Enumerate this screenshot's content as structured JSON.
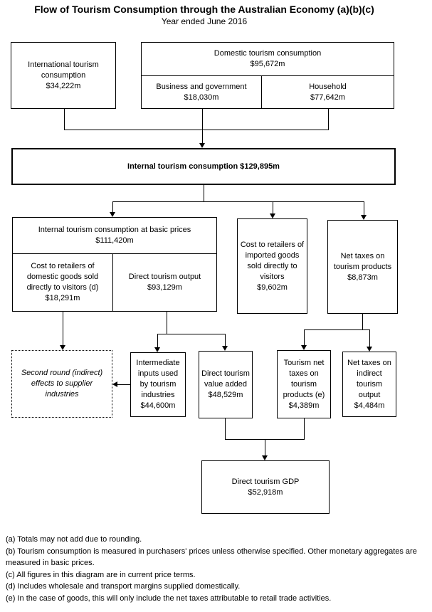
{
  "title": "Flow of Tourism Consumption through the Australian Economy (a)(b)(c)",
  "subtitle": "Year ended June 2016",
  "boxes": {
    "international": {
      "label": "International tourism",
      "label2": "consumption",
      "value": "$34,222m"
    },
    "domestic": {
      "label": "Domestic tourism consumption",
      "value": "$95,672m"
    },
    "business": {
      "label": "Business and government",
      "value": "$18,030m"
    },
    "household": {
      "label": "Household",
      "value": "$77,642m"
    },
    "internal": {
      "label": "Internal tourism consumption $129,895m"
    },
    "basic_prices": {
      "label": "Internal tourism consumption at basic prices",
      "value": "$111,420m"
    },
    "domestic_retailers": {
      "label": "Cost to retailers of domestic goods sold directly to visitors (d)",
      "value": "$18,291m"
    },
    "direct_output": {
      "label": "Direct tourism output",
      "value": "$93,129m"
    },
    "imported_retailers": {
      "label": "Cost to retailers of imported goods sold directly to visitors",
      "value": "$9,602m"
    },
    "net_taxes_products": {
      "label": "Net taxes on tourism products",
      "value": "$8,873m"
    },
    "second_round": {
      "label": "Second round (indirect) effects to supplier industries"
    },
    "intermediate_inputs": {
      "label": "Intermediate inputs used by tourism industries",
      "value": "$44,600m"
    },
    "direct_value_added": {
      "label": "Direct tourism value added",
      "value": "$48,529m"
    },
    "tourism_net_taxes": {
      "label": "Tourism net taxes on tourism products (e)",
      "value": "$4,389m"
    },
    "net_taxes_indirect": {
      "label": "Net taxes on indirect tourism output",
      "value": "$4,484m"
    },
    "direct_gdp": {
      "label": "Direct tourism GDP",
      "value": "$52,918m"
    }
  },
  "footnotes": [
    "(a) Totals may not add due to rounding.",
    "(b) Tourism consumption is measured in purchasers' prices unless otherwise specified. Other monetary aggregates are measured in basic prices.",
    "(c) All figures in this diagram are in current price terms.",
    "(d) Includes wholesale and transport margins supplied domestically.",
    "(e) In the case of goods, this will only include the net taxes attributable to retail trade activities."
  ],
  "colors": {
    "line": "#000000",
    "background": "#ffffff",
    "text": "#000000"
  }
}
